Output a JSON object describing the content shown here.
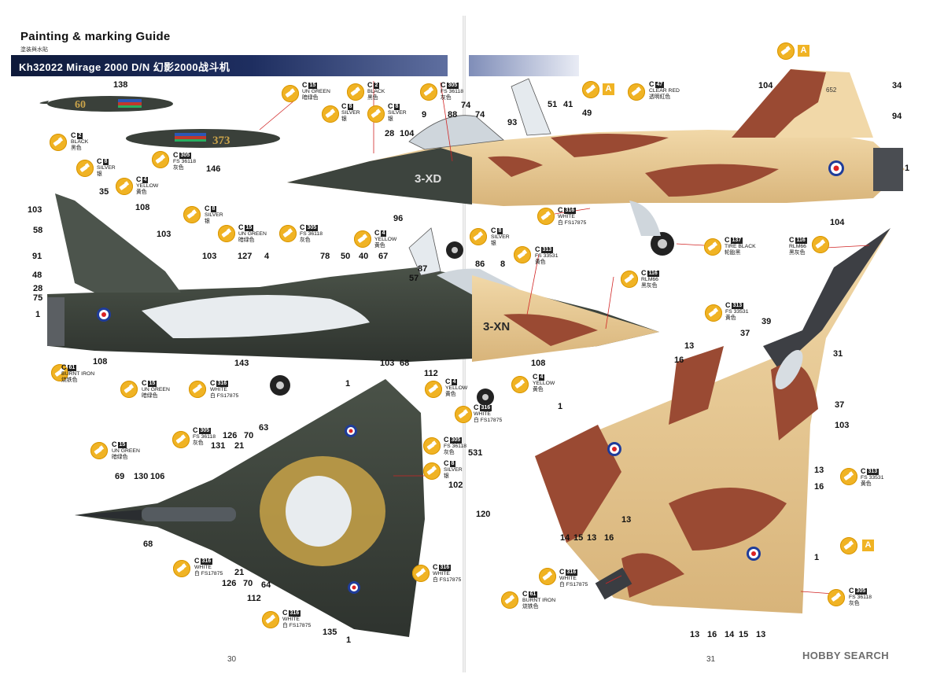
{
  "header": {
    "title": "Painting & marking Guide",
    "subtitle": "塗装與水貼",
    "banner": "Kh32022 Mirage 2000 D/N   幻影2000战斗机"
  },
  "pages": {
    "left": "30",
    "right": "31"
  },
  "watermark": "HOBBY SEARCH",
  "tail_codes": {
    "upper_aircraft": "3-XD",
    "lower_aircraft": "3-XN",
    "fin_number": "652",
    "tank_a": "60",
    "tank_b": "373"
  },
  "colors": {
    "un_green": "#3f4a36",
    "fs36118_gray": "#6a6f72",
    "desert_tan": "#e9c992",
    "brown": "#9a4a33",
    "burnt_iron": "#2d2f33",
    "rlm66": "#2a2d30",
    "chip_yellow": "#f0b324",
    "banner_blue": "#0e1a3a"
  },
  "paints": {
    "c2": {
      "code": "C",
      "num": "2",
      "lines": [
        "BLACK",
        "黑色"
      ]
    },
    "c8": {
      "code": "C",
      "num": "8",
      "lines": [
        "SILVER",
        "银"
      ]
    },
    "c4": {
      "code": "C",
      "num": "4",
      "lines": [
        "YELLOW",
        "黄色"
      ]
    },
    "c15": {
      "code": "C",
      "num": "15",
      "lines": [
        "UN GREEN",
        "暗绿色"
      ]
    },
    "c305": {
      "code": "C",
      "num": "305",
      "lines": [
        "FS 36118",
        "灰色"
      ]
    },
    "c47": {
      "code": "C",
      "num": "47",
      "lines": [
        "CLEAR RED",
        "透明紅色"
      ]
    },
    "c316": {
      "code": "C",
      "num": "316",
      "lines": [
        "WHITE",
        "白 FS17875"
      ]
    },
    "c137": {
      "code": "C",
      "num": "137",
      "lines": [
        "TIRE BLACK",
        "轮胎黑"
      ]
    },
    "c116": {
      "code": "C",
      "num": "116",
      "lines": [
        "RLM66",
        "黑灰色"
      ]
    },
    "c313": {
      "code": "C",
      "num": "313",
      "lines": [
        "FS 33531",
        "黄色"
      ]
    },
    "c61": {
      "code": "C",
      "num": "61",
      "lines": [
        "BURNT IRON",
        "烧铁色"
      ]
    }
  },
  "letter_tag": "A",
  "callouts": {
    "n1": "1",
    "n4": "4",
    "n8": "8",
    "n9": "9",
    "n13": "13",
    "n14": "14",
    "n15": "15",
    "n16": "16",
    "n21": "21",
    "n28": "28",
    "n31": "31",
    "n34": "34",
    "n35": "35",
    "n37": "37",
    "n39": "39",
    "n40": "40",
    "n41": "41",
    "n48": "48",
    "n49": "49",
    "n50": "50",
    "n51": "51",
    "n57": "57",
    "n58": "58",
    "n63": "63",
    "n64": "64",
    "n67": "67",
    "n68": "68",
    "n69": "69",
    "n70": "70",
    "n74": "74",
    "n75": "75",
    "n78": "78",
    "n86": "86",
    "n87": "87",
    "n88": "88",
    "n91": "91",
    "n93": "93",
    "n94": "94",
    "n96": "96",
    "n102": "102",
    "n103": "103",
    "n104": "104",
    "n106": "106",
    "n108": "108",
    "n112": "112",
    "n120": "120",
    "n126": "126",
    "n127": "127",
    "n130": "130",
    "n131": "131",
    "n135": "135",
    "n138": "138",
    "n143": "143",
    "n146": "146",
    "n531": "531"
  }
}
